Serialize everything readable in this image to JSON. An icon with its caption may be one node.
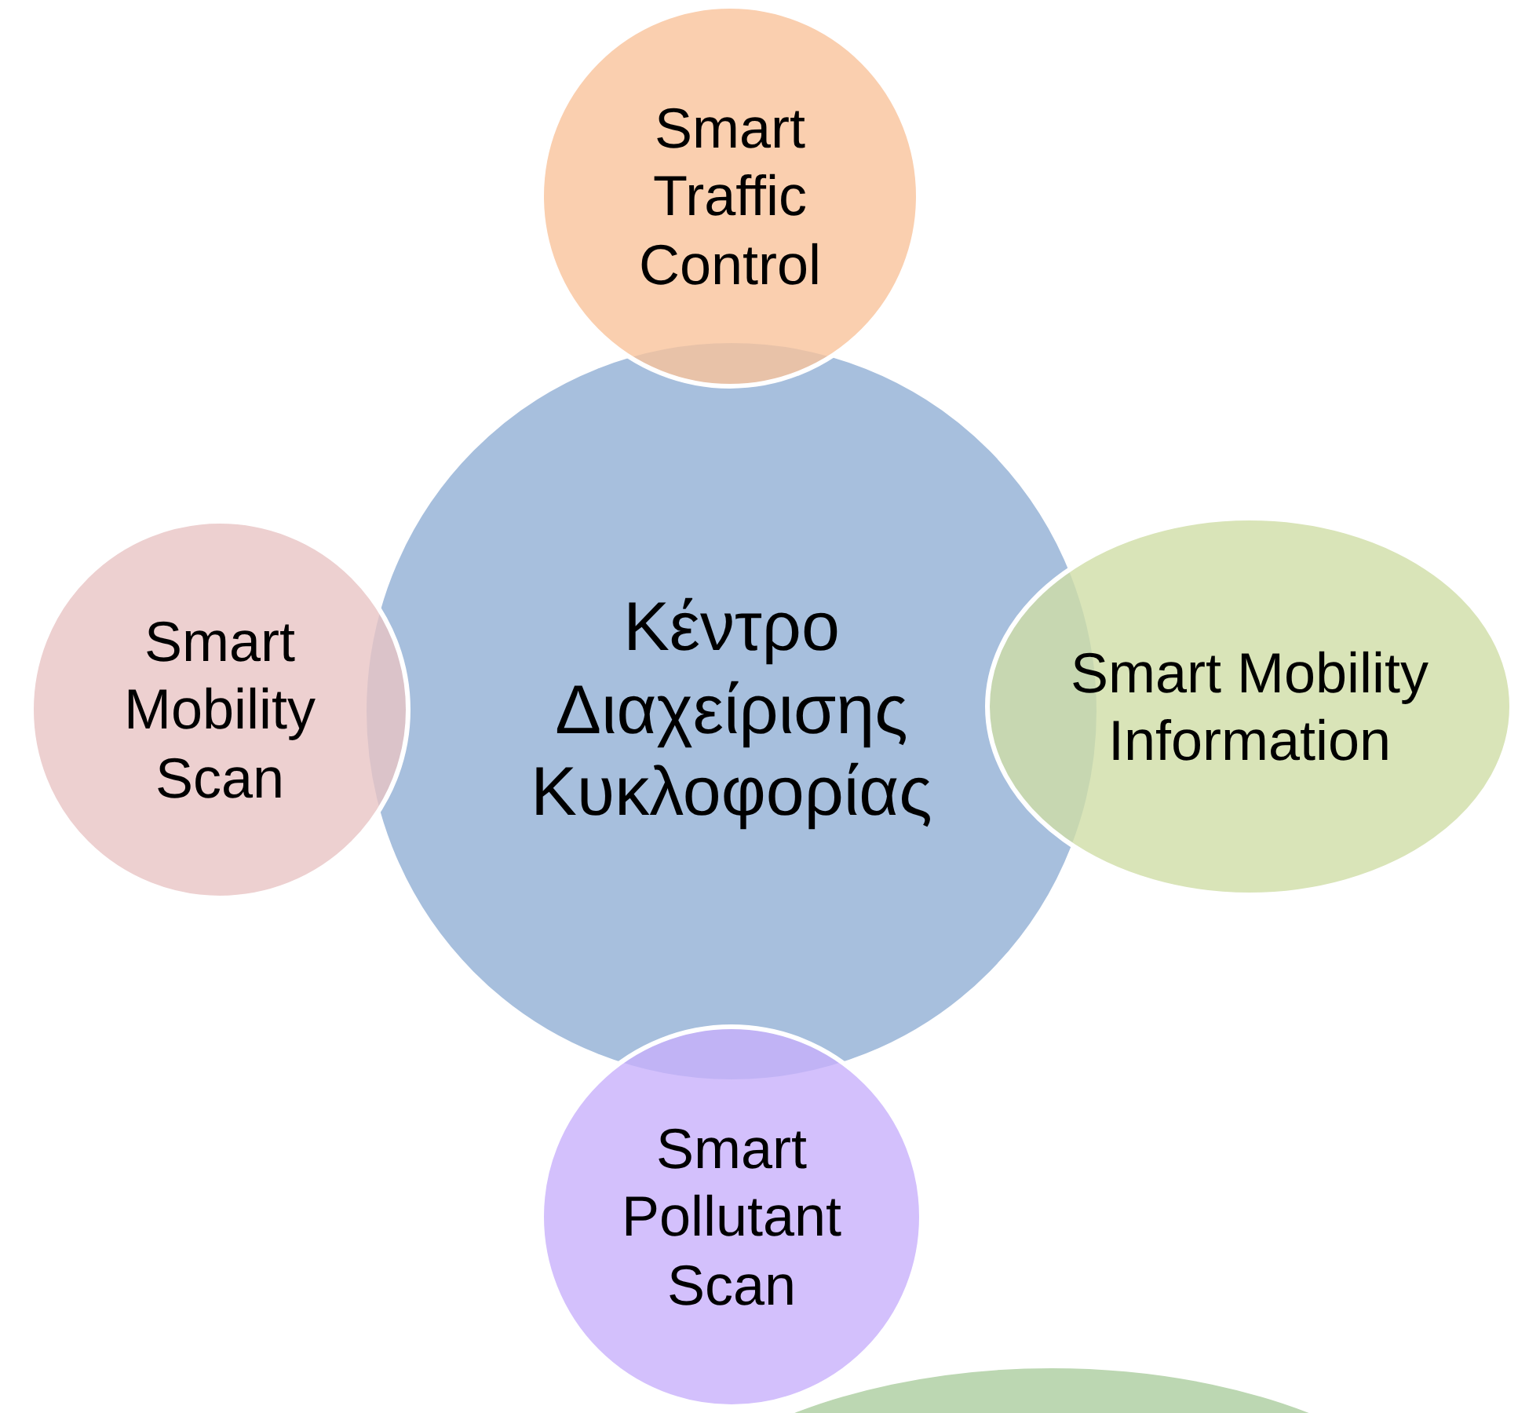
{
  "diagram": {
    "nodes": [
      {
        "text": [
          "Κέντρο Διαχείρισης Κυκλοφορίας"
        ]
      },
      {
        "text": [
          "Smart Traffic Control"
        ]
      },
      {
        "text": [
          "Smart Mobility Scan"
        ]
      },
      {
        "text": [
          "Smart Mobility Information"
        ]
      },
      {
        "text": [
          "Smart Pollutant Scan"
        ]
      },
      {
        "text": [],
        "shape": "circle"
      }
    ],
    "edges": []
  }
}
